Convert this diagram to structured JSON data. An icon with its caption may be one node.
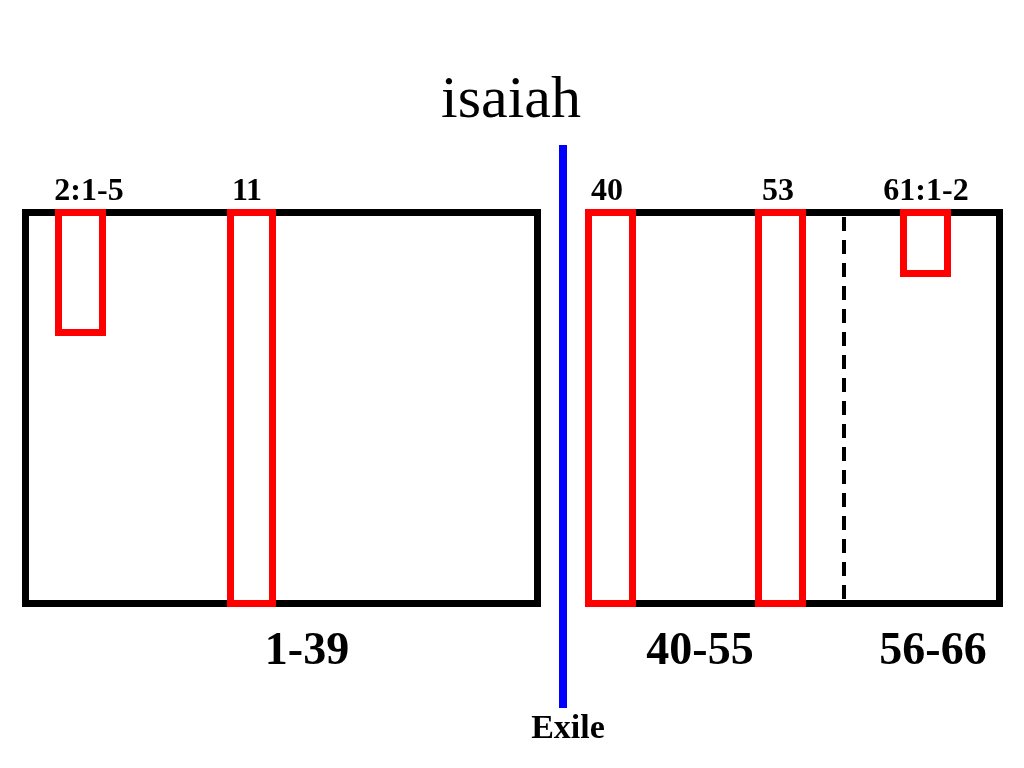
{
  "diagram": {
    "title": "isaiah",
    "nodes": [
      {
        "text": [
          "1-39"
        ]
      },
      {
        "text": [
          "2:1-5"
        ],
        "in": 0
      },
      {
        "text": [
          "11"
        ],
        "in": 0
      },
      {
        "text": [
          "40-55"
        ]
      },
      {
        "text": [
          "40"
        ],
        "in": 3
      },
      {
        "text": [
          "53"
        ],
        "in": 3
      },
      {
        "text": [
          "56-66"
        ]
      },
      {
        "text": [
          "61:1-2"
        ],
        "in": 6
      }
    ],
    "labels": [
      "Exile"
    ]
  }
}
